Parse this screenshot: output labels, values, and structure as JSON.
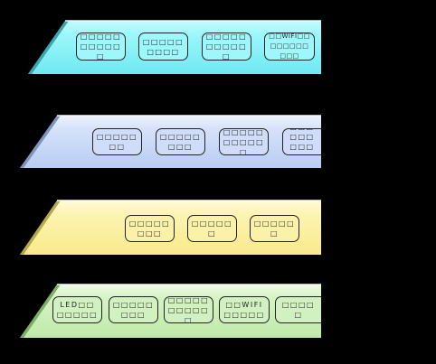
{
  "layers": [
    {
      "colors": {
        "top": "#9ef7fb",
        "mid": "#7cf0f6",
        "edge": "#c4fbfd",
        "shadow": "#3aa6ad"
      },
      "boxes": [
        {
          "text": "□□□□□□□□□□□"
        },
        {
          "text": "□□□□□□□□□"
        },
        {
          "text": "□□□□□□□□□□□"
        },
        {
          "text": "□□WIFI□□□□□□□□□□□"
        }
      ]
    },
    {
      "colors": {
        "top": "#dce7fa",
        "mid": "#c3d6f6",
        "edge": "#eef3fd",
        "shadow": "#7d95bd"
      },
      "boxes": [
        {
          "text": "□□□□□□□"
        },
        {
          "text": "□□□□□□□□"
        },
        {
          "text": "□□□□□□□□□□□"
        },
        {
          "text": "□□□□□□□□□□"
        }
      ]
    },
    {
      "colors": {
        "top": "#fdf6bc",
        "mid": "#fbef9d",
        "edge": "#fffad8",
        "shadow": "#b5a94c"
      },
      "boxes": [
        {
          "text": "□□□□□□□□"
        },
        {
          "text": "□□□□□□"
        },
        {
          "text": "□□□□□□"
        }
      ]
    },
    {
      "colors": {
        "top": "#dcf5cd",
        "mid": "#c9efb5",
        "edge": "#eefbe6",
        "shadow": "#7fae66"
      },
      "boxes": [
        {
          "text": "LED□□□□□□□"
        },
        {
          "text": "□□□□□□□□"
        },
        {
          "text": "□□□□□□□□□□□"
        },
        {
          "text": "□□WIFI□□□□□"
        },
        {
          "text": "□□□□□"
        }
      ]
    }
  ]
}
